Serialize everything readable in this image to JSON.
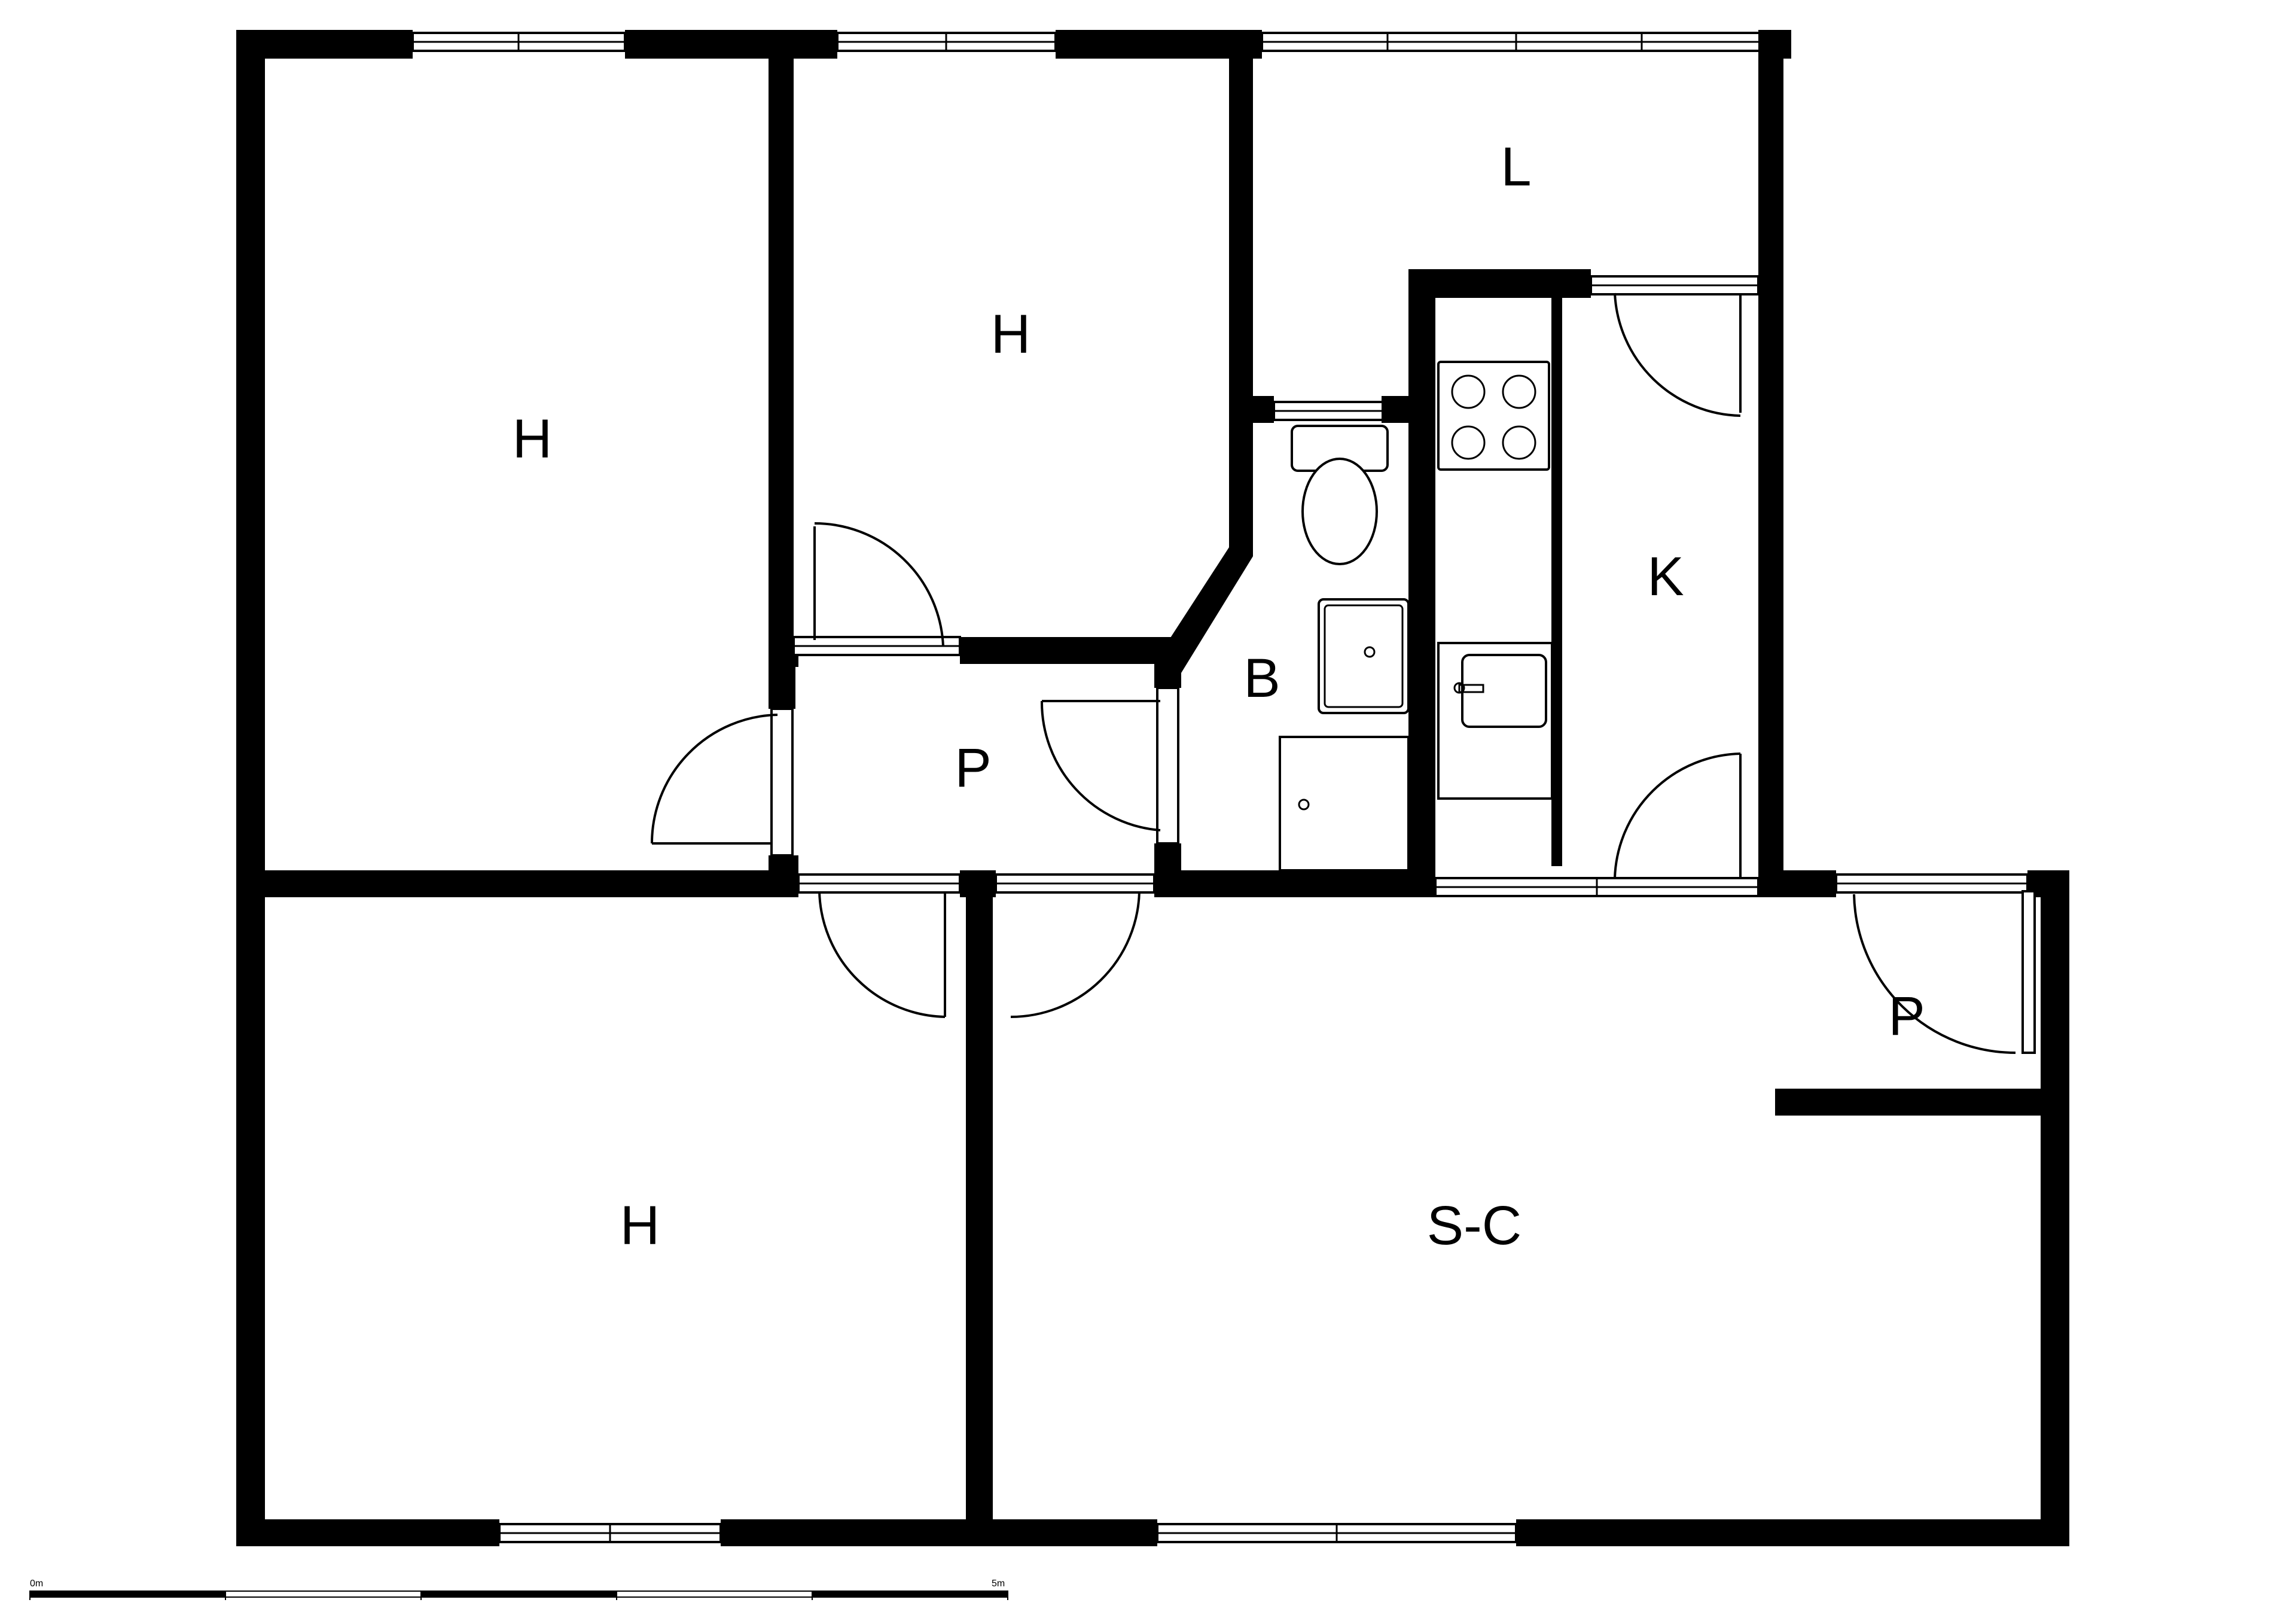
{
  "rooms": {
    "bedroom_top_left": "H",
    "bedroom_top_middle": "H",
    "balcony_top": "L",
    "kitchen": "K",
    "bathroom": "B",
    "hall_inner": "P",
    "bedroom_bottom_left": "H",
    "living_dining": "S-C",
    "entrance_hall": "P"
  },
  "scale_bar": {
    "start_label": "0m",
    "end_label": "5m"
  }
}
